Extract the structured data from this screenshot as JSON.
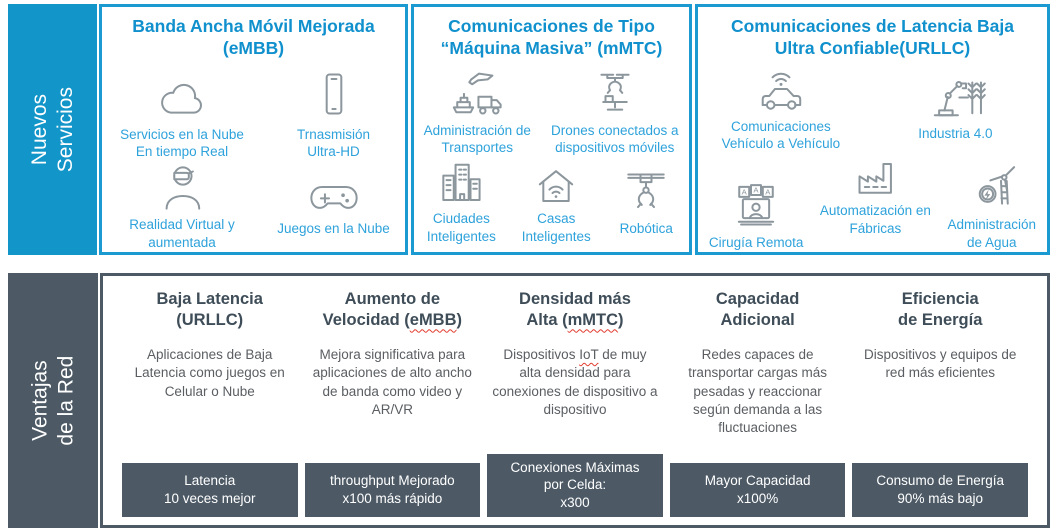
{
  "palette": {
    "cyan": "#1295C9",
    "cyan_border": "#1B9AD2",
    "title_blue": "#1090CD",
    "caption_blue": "#2EA2DB",
    "slate": "#4D5A66",
    "header_slate": "#3E4D58",
    "body_gray": "#5A5E62",
    "icon_gray": "#8C969D",
    "squiggle_red": "#E23B2E"
  },
  "services_band": {
    "sidebar": {
      "line1": "Nuevos",
      "line2": "Servicios"
    },
    "panels": [
      {
        "id": "embb",
        "title_line1": "Banda Ancha Móvil Mejorada",
        "title_line2": "(eMBB)",
        "items": [
          {
            "icon": "cloud-icon",
            "label": "Servicios en la Nube\nEn tiempo Real"
          },
          {
            "icon": "smartphone-icon",
            "label": "Trnasmisión\nUltra-HD"
          },
          {
            "icon": "vr-headset-person-icon",
            "label": "Realidad Virtual y\naumentada"
          },
          {
            "icon": "gamepad-icon",
            "label": "Juegos en la Nube"
          }
        ]
      },
      {
        "id": "mmtc",
        "title_line1": "Comunicaciones de Tipo",
        "title_line2": "“Máquina Masiva” (mMTC)",
        "items": [
          {
            "icon": "transport-plane-ship-truck-icon",
            "label": "Administración de\nTransportes"
          },
          {
            "icon": "drone-icon",
            "label": "Drones conectados a\ndispositivos móviles"
          },
          {
            "icon": "city-buildings-icon",
            "label": "Ciudades\nInteligentes"
          },
          {
            "icon": "smart-home-wifi-icon",
            "label": "Casas\nInteligentes"
          },
          {
            "icon": "robotic-claw-icon",
            "label": "Robótica"
          }
        ]
      },
      {
        "id": "urllc",
        "title_line1": "Comunicaciones de Latencia Baja",
        "title_line2": "Ultra Confiable(URLLC)",
        "items": [
          {
            "icon": "connected-car-wifi-icon",
            "label": "Comunicaciones\nVehículo a Vehículo"
          },
          {
            "icon": "robot-arm-wheat-icon",
            "label": "Industria 4.0"
          },
          {
            "icon": "remote-surgery-laptop-icon",
            "label": "Cirugía Remota"
          },
          {
            "icon": "factory-icon",
            "label": "Automatización en\nFábricas"
          },
          {
            "icon": "wind-turbine-energy-icon",
            "label": "Administración\nde Agua"
          }
        ]
      }
    ]
  },
  "benefits_band": {
    "sidebar": {
      "line1": "Ventajas",
      "line2": "de la Red"
    },
    "columns": [
      {
        "header_line1": "Baja Latencia",
        "header_line2_pre": "(URLLC)",
        "header_line2_sq": "",
        "header_line2_post": "",
        "body_pre": "Aplicaciones de Baja Latencia como juegos en Celular o Nube",
        "body_sq": "",
        "body_post": "",
        "footer": "Latencia\n10 veces mejor"
      },
      {
        "header_line1": "Aumento de",
        "header_line2_pre": "Velocidad (",
        "header_line2_sq": "eMBB",
        "header_line2_post": ")",
        "body_pre": "Mejora significativa para aplicaciones de alto ancho de banda como video y AR/VR",
        "body_sq": "",
        "body_post": "",
        "footer": "throughput Mejorado\nx100 más rápido"
      },
      {
        "header_line1": "Densidad más",
        "header_line2_pre": "Alta (",
        "header_line2_sq": "mMTC",
        "header_line2_post": ")",
        "body_pre": "Dispositivos ",
        "body_sq": "IoT",
        "body_post": " de muy alta densidad para conexiones de dispositivo a dispositivo",
        "footer": "Conexiones Máximas\npor Celda:\nx300"
      },
      {
        "header_line1": "Capacidad",
        "header_line2_pre": "Adicional",
        "header_line2_sq": "",
        "header_line2_post": "",
        "body_pre": "Redes capaces de transportar cargas más pesadas y reaccionar según demanda a las fluctuaciones",
        "body_sq": "",
        "body_post": "",
        "footer": "Mayor Capacidad\nx100%"
      },
      {
        "header_line1": "Eficiencia",
        "header_line2_pre": "de Energía",
        "header_line2_sq": "",
        "header_line2_post": "",
        "body_pre": "Dispositivos y equipos de red más eficientes",
        "body_sq": "",
        "body_post": "",
        "footer": "Consumo de Energía\n90% más bajo"
      }
    ]
  }
}
